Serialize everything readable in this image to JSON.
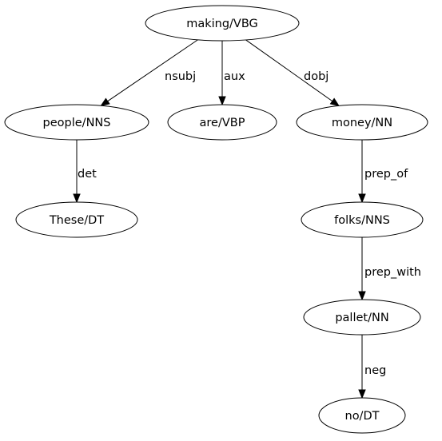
{
  "graph": {
    "nodes": [
      {
        "id": "making",
        "label": "making/VBG"
      },
      {
        "id": "people",
        "label": "people/NNS"
      },
      {
        "id": "are",
        "label": "are/VBP"
      },
      {
        "id": "money",
        "label": "money/NN"
      },
      {
        "id": "these",
        "label": "These/DT"
      },
      {
        "id": "folks",
        "label": "folks/NNS"
      },
      {
        "id": "pallet",
        "label": "pallet/NN"
      },
      {
        "id": "no",
        "label": "no/DT"
      }
    ],
    "edges": [
      {
        "from": "making",
        "to": "people",
        "label": "nsubj"
      },
      {
        "from": "making",
        "to": "are",
        "label": "aux"
      },
      {
        "from": "making",
        "to": "money",
        "label": "dobj"
      },
      {
        "from": "people",
        "to": "these",
        "label": "det"
      },
      {
        "from": "money",
        "to": "folks",
        "label": "prep_of"
      },
      {
        "from": "folks",
        "to": "pallet",
        "label": "prep_with"
      },
      {
        "from": "pallet",
        "to": "no",
        "label": "neg"
      }
    ]
  }
}
